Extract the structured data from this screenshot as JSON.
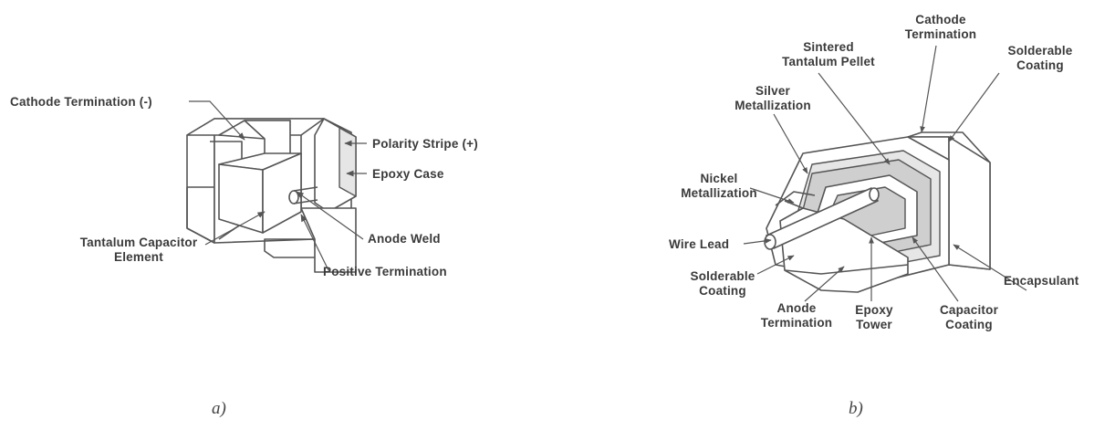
{
  "panel_a": {
    "caption": "a)",
    "labels": {
      "cathode_termination": "Cathode Termination (-)",
      "polarity_stripe": "Polarity Stripe (+)",
      "epoxy_case": "Epoxy Case",
      "anode_weld": "Anode Weld",
      "tantalum_element_line1": "Tantalum Capacitor",
      "tantalum_element_line2": "Element",
      "positive_termination": "Positive Termination"
    }
  },
  "panel_b": {
    "caption": "b)",
    "labels": {
      "cathode_termination_line1": "Cathode",
      "cathode_termination_line2": "Termination",
      "solderable_coating_top_line1": "Solderable",
      "solderable_coating_top_line2": "Coating",
      "sintered_pellet_line1": "Sintered",
      "sintered_pellet_line2": "Tantalum Pellet",
      "silver_metallization_line1": "Silver",
      "silver_metallization_line2": "Metallization",
      "nickel_metallization_line1": "Nickel",
      "nickel_metallization_line2": "Metallization",
      "wire_lead": "Wire Lead",
      "solderable_coating_bottom_line1": "Solderable",
      "solderable_coating_bottom_line2": "Coating",
      "anode_termination_line1": "Anode",
      "anode_termination_line2": "Termination",
      "epoxy_tower_line1": "Epoxy",
      "epoxy_tower_line2": "Tower",
      "capacitor_coating_line1": "Capacitor",
      "capacitor_coating_line2": "Coating",
      "encapsulant": "Encapsulant"
    }
  }
}
